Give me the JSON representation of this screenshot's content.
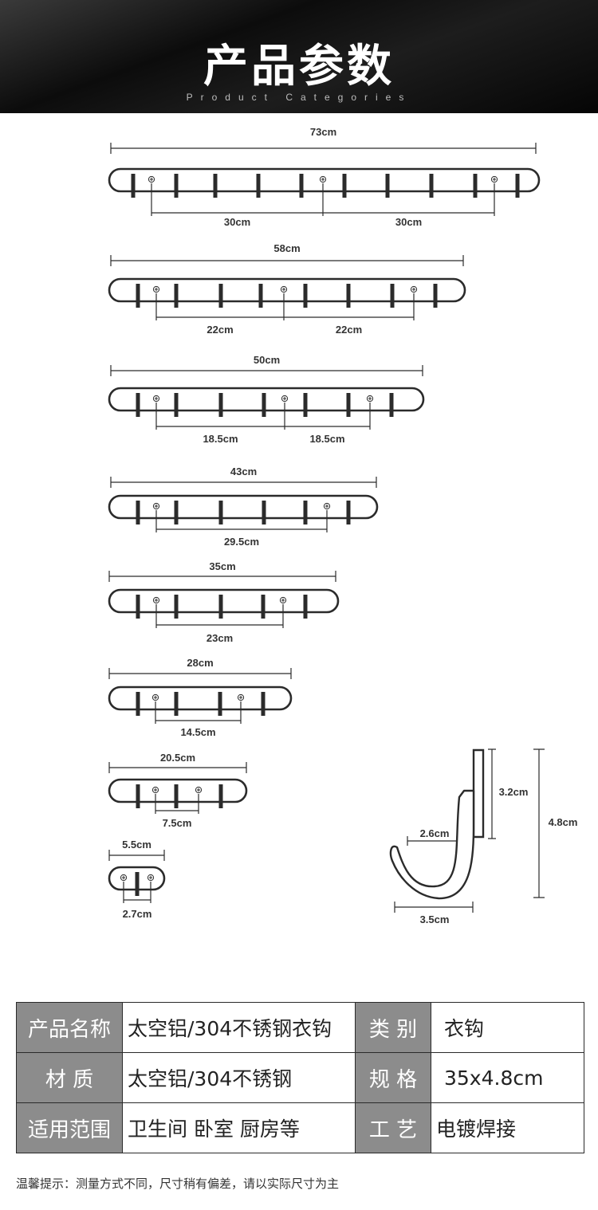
{
  "header": {
    "title": "产品参数",
    "subtitle": "Product Categories"
  },
  "diagram": {
    "racks": [
      {
        "overall": "73cm",
        "spacings": [
          "30cm",
          "30cm"
        ]
      },
      {
        "overall": "58cm",
        "spacings": [
          "22cm",
          "22cm"
        ]
      },
      {
        "overall": "50cm",
        "spacings": [
          "18.5cm",
          "18.5cm"
        ]
      },
      {
        "overall": "43cm",
        "spacings": [
          "29.5cm"
        ]
      },
      {
        "overall": "35cm",
        "spacings": [
          "23cm"
        ]
      },
      {
        "overall": "28cm",
        "spacings": [
          "14.5cm"
        ]
      },
      {
        "overall": "20.5cm",
        "spacings": [
          "7.5cm"
        ]
      },
      {
        "overall": "5.5cm",
        "spacings": [
          "2.7cm"
        ]
      }
    ],
    "hook": {
      "height_top": "3.2cm",
      "height_total": "4.8cm",
      "gap": "2.6cm",
      "width": "3.5cm"
    }
  },
  "spec_table": {
    "rows": [
      {
        "k1": "产品名称",
        "v1": "太空铝/304不锈钢衣钩",
        "k2": "类  别",
        "v2": "衣钩"
      },
      {
        "k1": "材      质",
        "v1": "太空铝/304不锈钢",
        "k2": "规  格",
        "v2": "35x4.8cm"
      },
      {
        "k1": "适用范围",
        "v1": "卫生间 卧室 厨房等",
        "k2": "工  艺",
        "v2": "电镀焊接"
      }
    ]
  },
  "note": "温馨提示：测量方式不同，尺寸稍有偏差，请以实际尺寸为主",
  "colors": {
    "banner_dark": "#0c0c0c",
    "label_cell": "#8c8c8c",
    "line": "#2b2b2b"
  }
}
